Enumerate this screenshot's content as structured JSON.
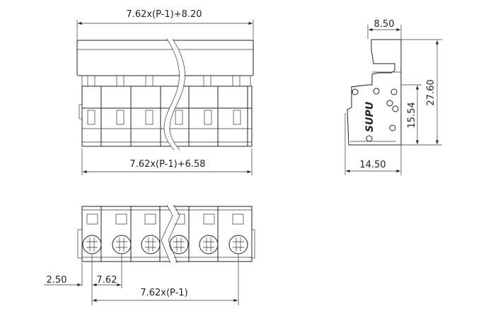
{
  "title": "SUPU terminal block dimension drawing",
  "front_view": {
    "overall_length": "7.62x(P-1)+8.20",
    "body_length": "7.62x(P-1)+6.58"
  },
  "side_view": {
    "top_width": "8.50",
    "total_height": "27.60",
    "body_height": "15.54",
    "depth": "14.50",
    "logo": "SUPU"
  },
  "bottom_view": {
    "edge_offset": "2.50",
    "pitch": "7.62",
    "pin_span": "7.62x(P-1)"
  },
  "colors": {
    "line": "#222222",
    "background": "#ffffff"
  }
}
